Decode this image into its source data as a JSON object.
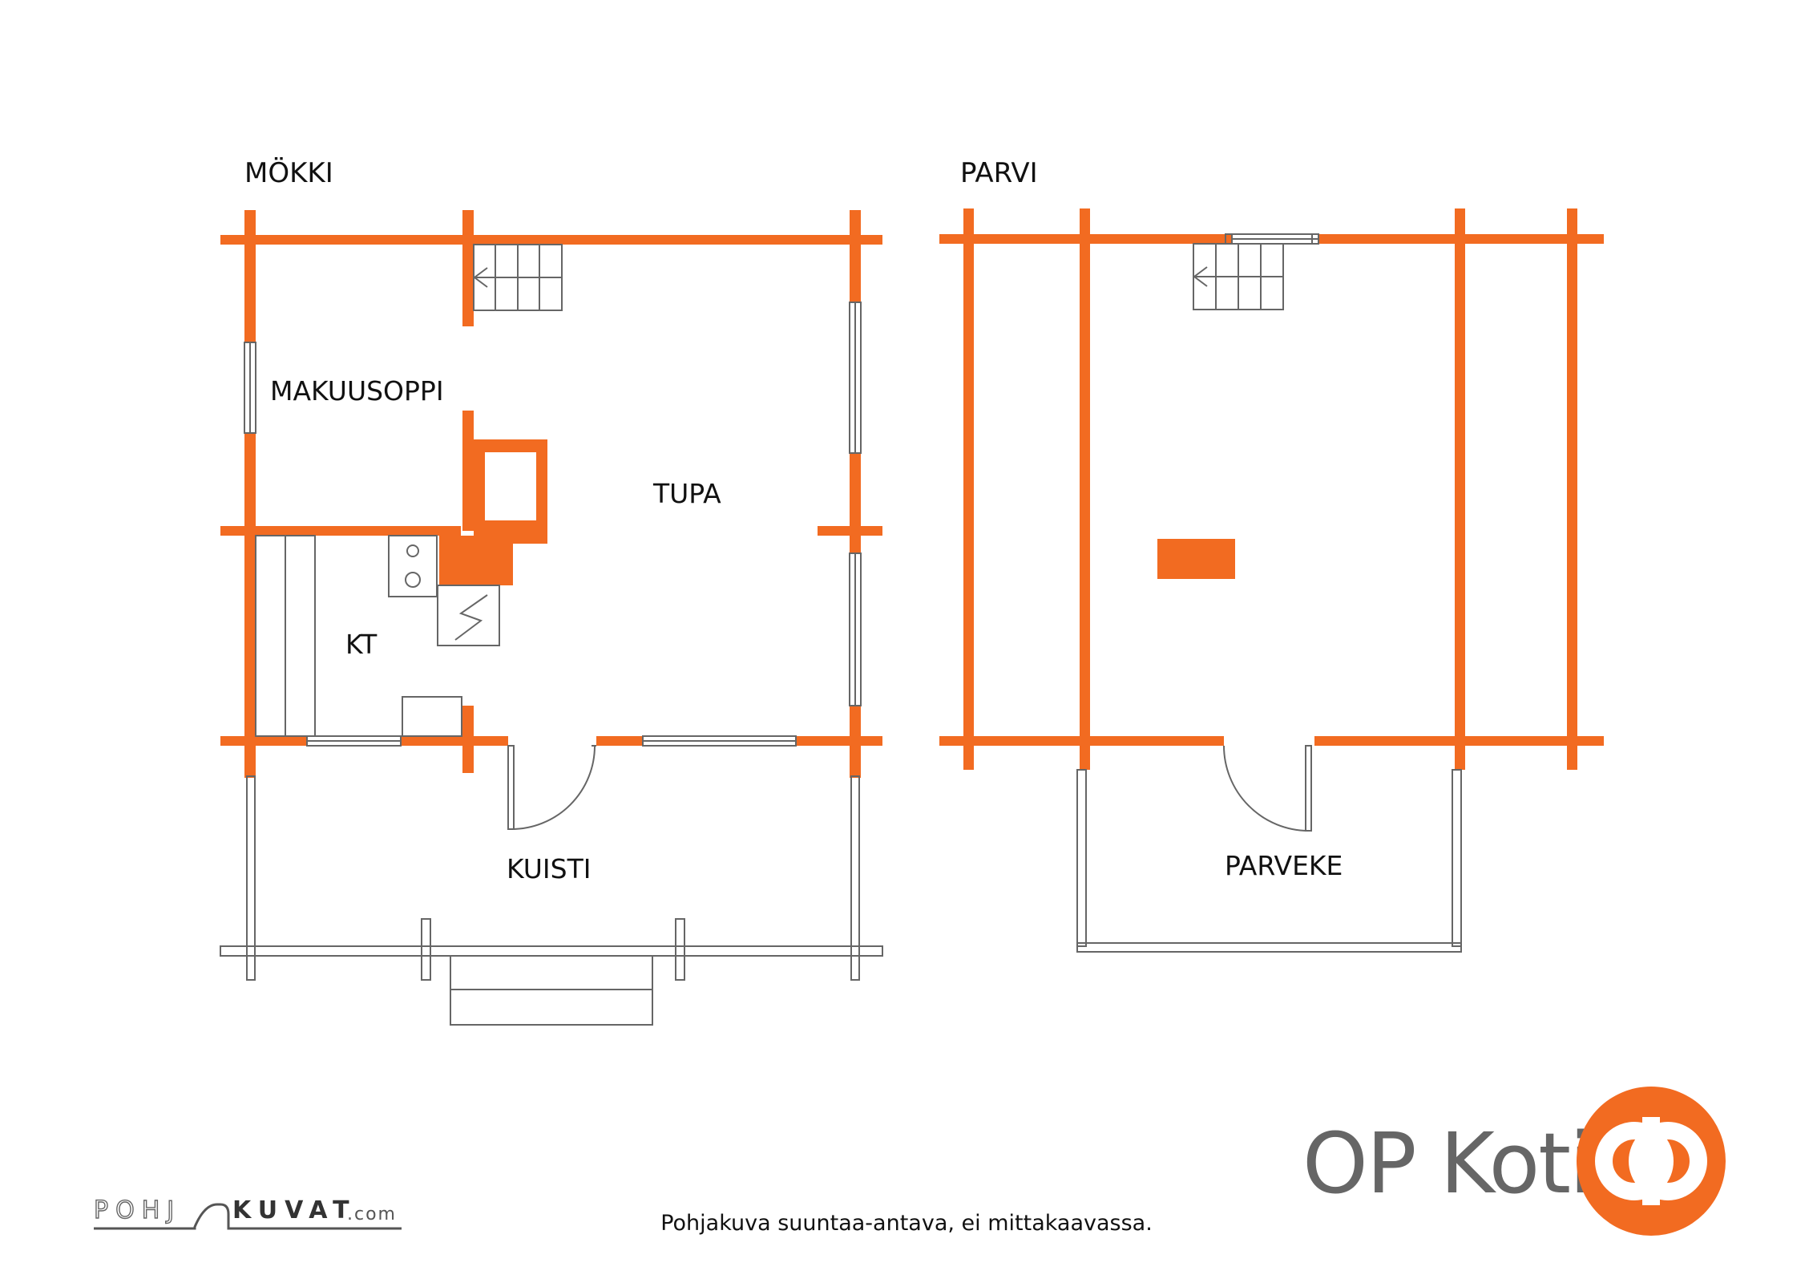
{
  "colors": {
    "wall": "#F26B21",
    "line": "#666666",
    "text": "#111111",
    "brand_text": "#666666",
    "brand_accent": "#F26B21"
  },
  "floors": [
    {
      "title": "MÖKKI",
      "rooms": [
        "MAKUUSOPPI",
        "TUPA",
        "KT",
        "KUISTI"
      ]
    },
    {
      "title": "PARVI",
      "rooms": [
        "PARVEKE"
      ]
    }
  ],
  "footer": {
    "disclaimer": "Pohjakuva suuntaa-antava, ei mittakaavassa.",
    "publisher_left": "POHJ",
    "publisher_right": "KUVAT",
    "publisher_tld": ".com"
  },
  "brand": {
    "name": "OP Koti",
    "logo_icon": "op-logo-icon"
  }
}
